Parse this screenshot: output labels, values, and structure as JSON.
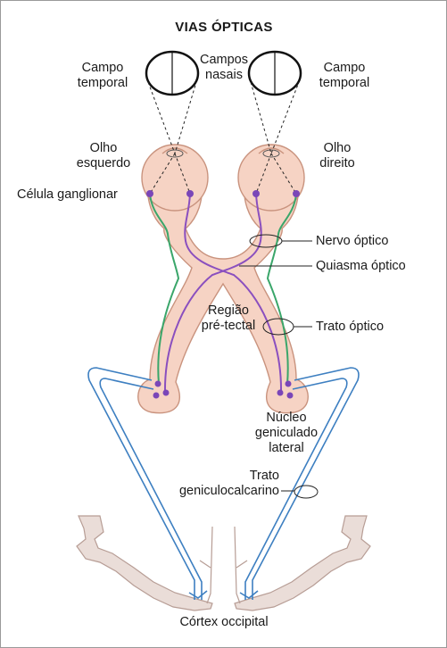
{
  "title": "VIAS ÓPTICAS",
  "labels": {
    "temporal_left_1": "Campo",
    "temporal_left_2": "temporal",
    "nasal_1": "Campos",
    "nasal_2": "nasais",
    "temporal_right_1": "Campo",
    "temporal_right_2": "temporal",
    "eye_left_1": "Olho",
    "eye_left_2": "esquerdo",
    "eye_right_1": "Olho",
    "eye_right_2": "direito",
    "ganglion_cell": "Célula ganglionar",
    "optic_nerve": "Nervo óptico",
    "chiasm": "Quiasma óptico",
    "pretectal_1": "Região",
    "pretectal_2": "pré-tectal",
    "optic_tract": "Trato óptico",
    "lgn_1": "Núcleo",
    "lgn_2": "geniculado",
    "lgn_3": "lateral",
    "genic_tract_1": "Trato",
    "genic_tract_2": "geniculocalcarino",
    "cortex": "Córtex occipital"
  },
  "colors": {
    "tissue_fill": "#f6d3c4",
    "tissue_stroke": "#c9937e",
    "cortex_fill": "#eaddd8",
    "cortex_stroke": "#b79d95",
    "green_fiber": "#3aa66a",
    "purple_fiber": "#8a4fbf",
    "blue_fiber": "#3d7fc1",
    "neuron": "#7a46b8"
  }
}
